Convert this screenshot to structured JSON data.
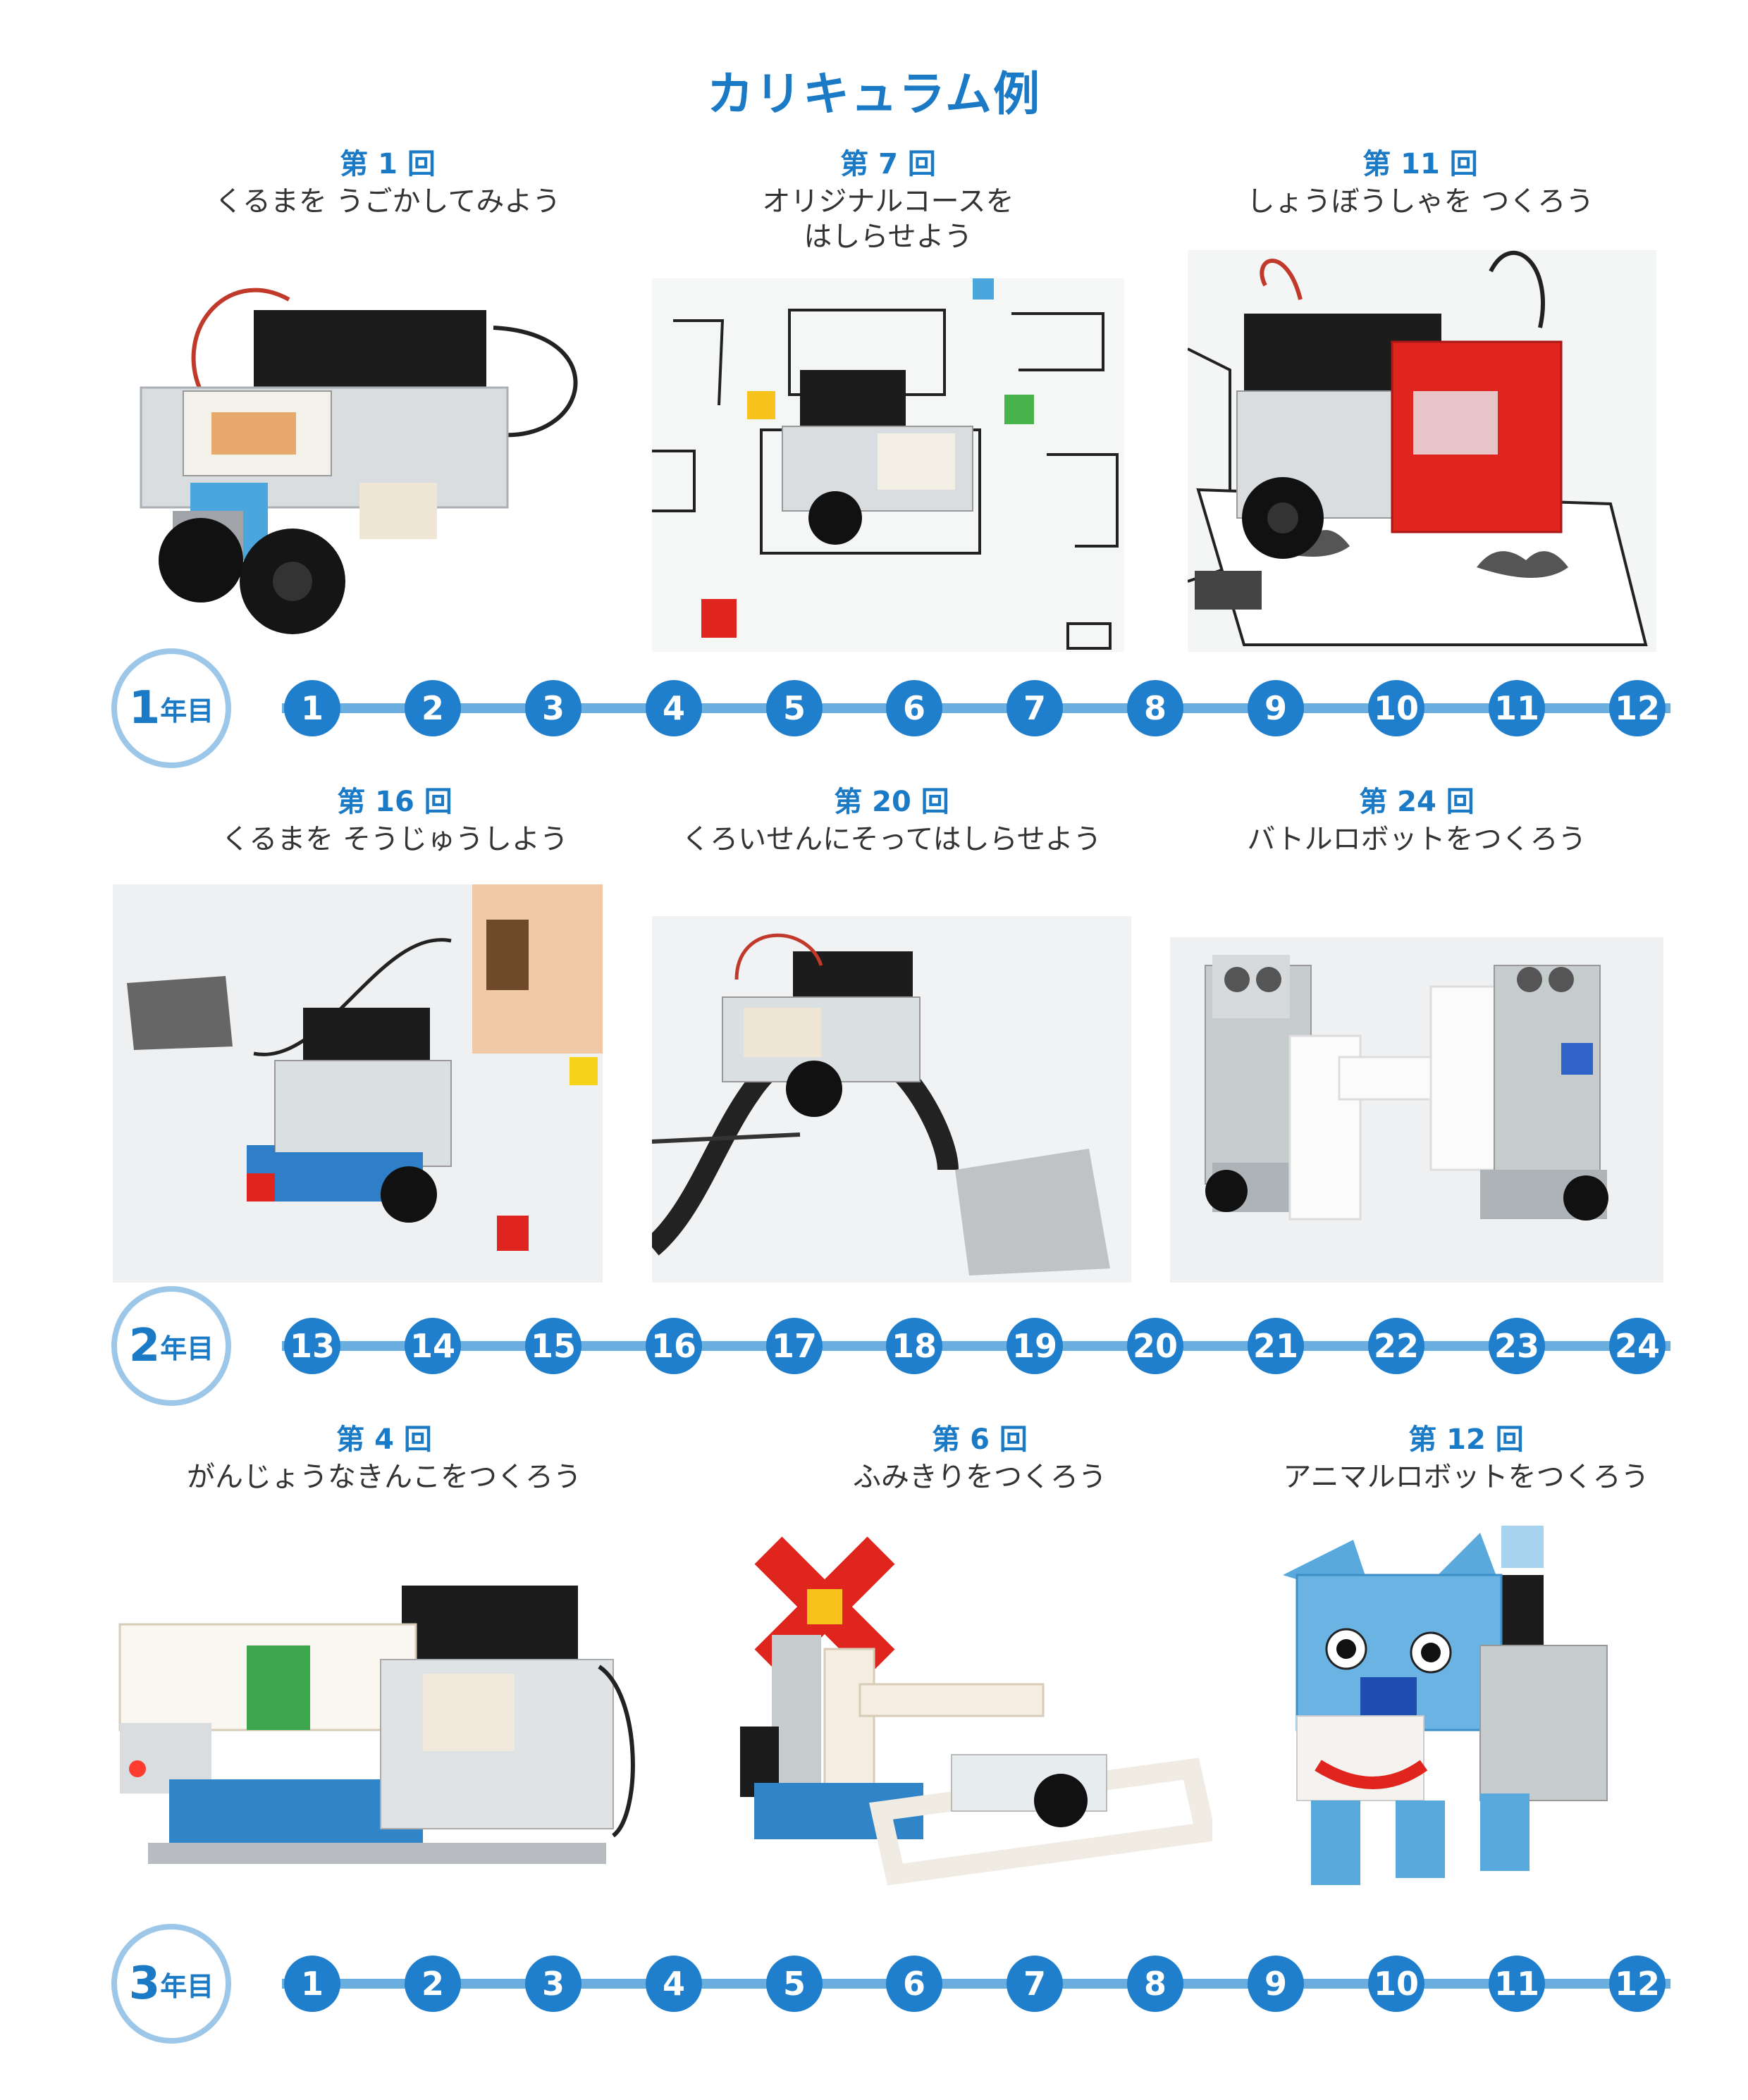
{
  "title": "カリキュラム例",
  "years": [
    {
      "year_number": "1",
      "year_suffix": "年目",
      "nodes": [
        "1",
        "2",
        "3",
        "4",
        "5",
        "6",
        "7",
        "8",
        "9",
        "10",
        "11",
        "12"
      ],
      "lessons": [
        {
          "num": "第 1 回",
          "desc": "くるまを うごかしてみよう"
        },
        {
          "num": "第 7 回",
          "desc": "オリジナルコースを\nはしらせよう"
        },
        {
          "num": "第 11 回",
          "desc": "しょうぼうしゃを つくろう"
        }
      ]
    },
    {
      "year_number": "2",
      "year_suffix": "年目",
      "nodes": [
        "13",
        "14",
        "15",
        "16",
        "17",
        "18",
        "19",
        "20",
        "21",
        "22",
        "23",
        "24"
      ],
      "lessons": [
        {
          "num": "第 16 回",
          "desc": "くるまを そうじゅうしよう"
        },
        {
          "num": "第 20 回",
          "desc": "くろいせんにそってはしらせよう"
        },
        {
          "num": "第 24 回",
          "desc": "バトルロボットをつくろう"
        }
      ]
    },
    {
      "year_number": "3",
      "year_suffix": "年目",
      "nodes": [
        "1",
        "2",
        "3",
        "4",
        "5",
        "6",
        "7",
        "8",
        "9",
        "10",
        "11",
        "12"
      ],
      "lessons": [
        {
          "num": "第 4 回",
          "desc": "がんじょうなきんこをつくろう"
        },
        {
          "num": "第 6 回",
          "desc": "ふみきりをつくろう"
        },
        {
          "num": "第 12 回",
          "desc": "アニマルロボットをつくろう"
        }
      ]
    }
  ]
}
